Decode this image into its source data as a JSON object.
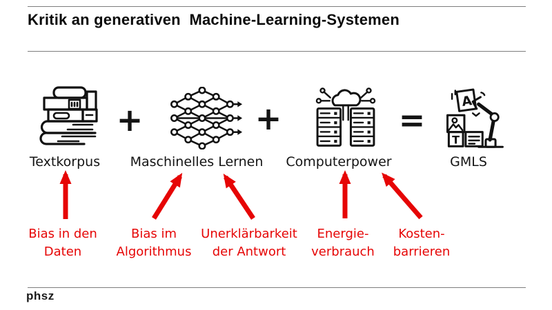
{
  "title": "Kritik an generativen  Machine-Learning-Systemen",
  "colors": {
    "accent_red": "#e60505",
    "rule_gray": "#7d7d7d",
    "ink": "#111111"
  },
  "equation": {
    "items": [
      {
        "label": "Textkorpus",
        "icon": "books-icon"
      },
      {
        "label": "Maschinelles Lernen",
        "icon": "neural-network-icon"
      },
      {
        "label": "Computerpower",
        "icon": "servers-cloud-icon"
      },
      {
        "label": "GMLS",
        "icon": "robot-arm-icon"
      }
    ],
    "operators": [
      "+",
      "+",
      "="
    ]
  },
  "criticisms": [
    {
      "line1": "Bias in den",
      "line2": "Daten",
      "target": "Textkorpus"
    },
    {
      "line1": "Bias im",
      "line2": "Algorithmus",
      "target": "Maschinelles Lernen"
    },
    {
      "line1": "Unerklärbarkeit",
      "line2": "der Antwort",
      "target": "Maschinelles Lernen"
    },
    {
      "line1": "Energie-",
      "line2": "verbrauch",
      "target": "Computerpower"
    },
    {
      "line1": "Kosten-",
      "line2": "barrieren",
      "target": "Computerpower"
    }
  ],
  "icons": {
    "robot_card_letter_a": "A",
    "robot_card_letter_t": "T"
  },
  "footer": {
    "logo": "phsz"
  }
}
